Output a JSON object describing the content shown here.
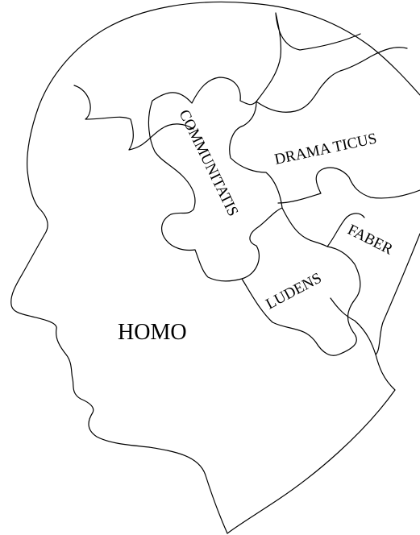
{
  "labels": {
    "main": "HOMO",
    "communitatis": "COMMUNITATIS",
    "dramaticus": "DRAMA TICUS",
    "faber": "FABER",
    "ludens": "LUDENS"
  },
  "colors": {
    "background": "#ffffff",
    "line": "#000000"
  }
}
